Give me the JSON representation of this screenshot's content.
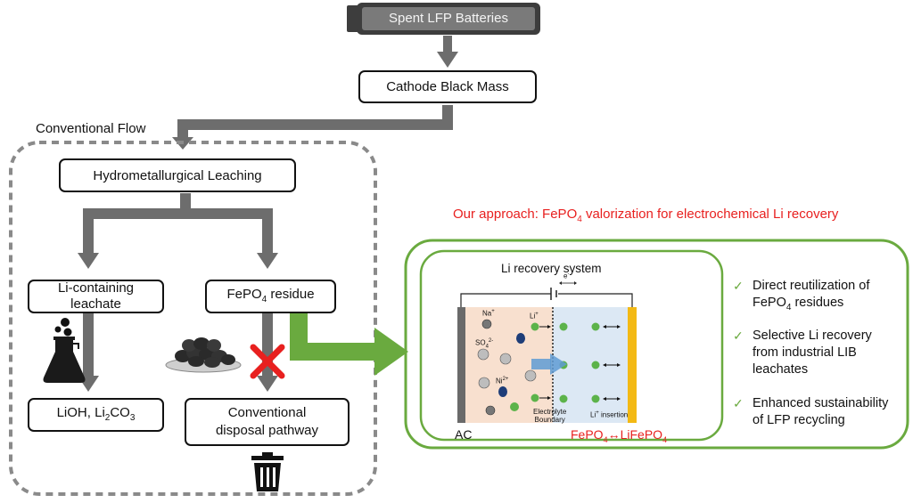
{
  "top": {
    "battery_label": "Spent LFP Batteries",
    "black_mass": "Cathode Black Mass",
    "conventional_flow_label": "Conventional Flow"
  },
  "conventional": {
    "leaching": "Hydrometallurgical Leaching",
    "li_leachate_line1": "Li-containing",
    "li_leachate_line2": "leachate",
    "fepo4_residue_prefix": "FePO",
    "fepo4_residue_sub": "4",
    "fepo4_residue_suffix": " residue",
    "lioh_prefix": "LiOH, Li",
    "lioh_sub1": "2",
    "lioh_mid": "CO",
    "lioh_sub2": "3",
    "disposal_line1": "Conventional",
    "disposal_line2": "disposal pathway"
  },
  "approach": {
    "title_prefix": "Our approach: FePO",
    "title_sub": "4",
    "title_suffix": " valorization for electrochemical Li recovery",
    "system_title": "Li recovery system",
    "electron": "e",
    "na": "Na",
    "li": "Li",
    "so4": "SO",
    "ni": "Ni",
    "electrolyte_boundary_1": "Electrolyte",
    "electrolyte_boundary_2": "Boundary",
    "li_insertion": "Li",
    "li_insertion_rest": " insertion",
    "ac_label": "AC",
    "reaction_left": "FePO",
    "reaction_left_sub": "4",
    "reaction_arrow": "↔",
    "reaction_right": "LiFePO",
    "reaction_right_sub": "4"
  },
  "benefits": [
    {
      "check": "✓",
      "line1": "Direct reutilization of",
      "line2_prefix": "FePO",
      "line2_sub": "4",
      "line2_suffix": " residues"
    },
    {
      "check": "✓",
      "line1": "Selective Li recovery",
      "line2": "from industrial LIB",
      "line3": "leachates"
    },
    {
      "check": "✓",
      "line1": "Enhanced sustainability",
      "line2": "of LFP recycling"
    }
  ],
  "colors": {
    "arrow_gray": "#6d6d6d",
    "green": "#6aaa3f",
    "red": "#e8201f",
    "battery": "#777777"
  }
}
